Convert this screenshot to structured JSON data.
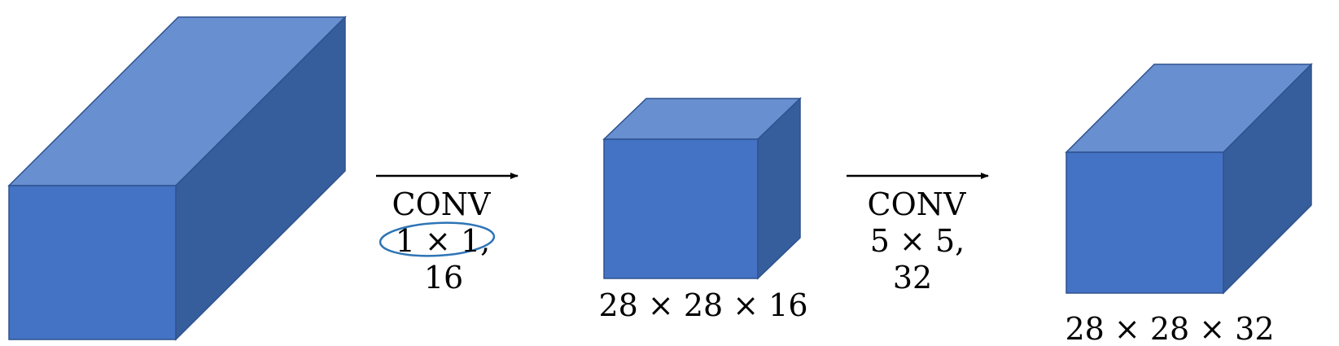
{
  "colors": {
    "front": "#4472c4",
    "top": "#688fd0",
    "side": "#365e9c",
    "edge": "#2f528f",
    "arrow": "#000000",
    "highlight": "#2e75b6"
  },
  "steps": [
    {
      "op": "CONV",
      "filter": "1 × 1,",
      "channels": "16",
      "filter_circled": true
    },
    {
      "op": "CONV",
      "filter": "5 × 5,",
      "channels": "32",
      "filter_circled": false
    }
  ],
  "volumes": [
    {
      "dims": ""
    },
    {
      "dims": "28 × 28 × 16"
    },
    {
      "dims": "28 × 28 × 32"
    }
  ]
}
